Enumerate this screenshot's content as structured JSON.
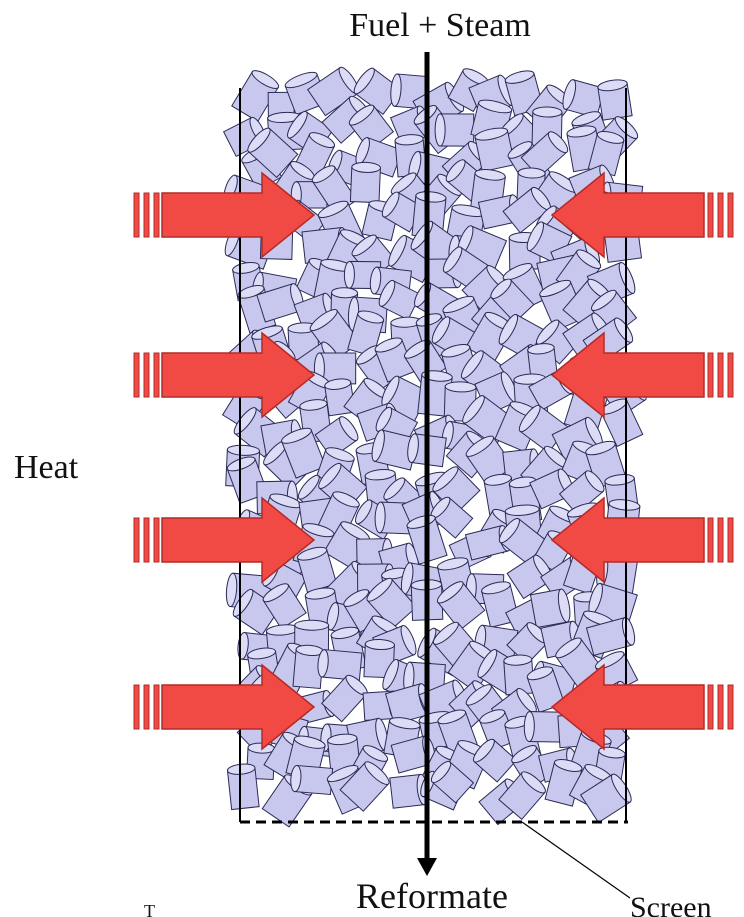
{
  "diagram": {
    "labels": {
      "inlet": "Fuel + Steam",
      "outlet": "Reformate",
      "heat": "Heat",
      "screen": "Screen",
      "footnote": "T"
    },
    "colors": {
      "pellet_fill": "#c8c8ee",
      "pellet_stroke": "#2a2a55",
      "arrow_fill": "#f14a45",
      "arrow_stroke": "#b52a26",
      "wall": "#000000",
      "background": "#ffffff"
    },
    "icons": {
      "heat_arrow": "heat-arrow-icon",
      "flow_arrow": "flow-arrow-icon",
      "pellet": "catalyst-pellet-icon"
    }
  }
}
